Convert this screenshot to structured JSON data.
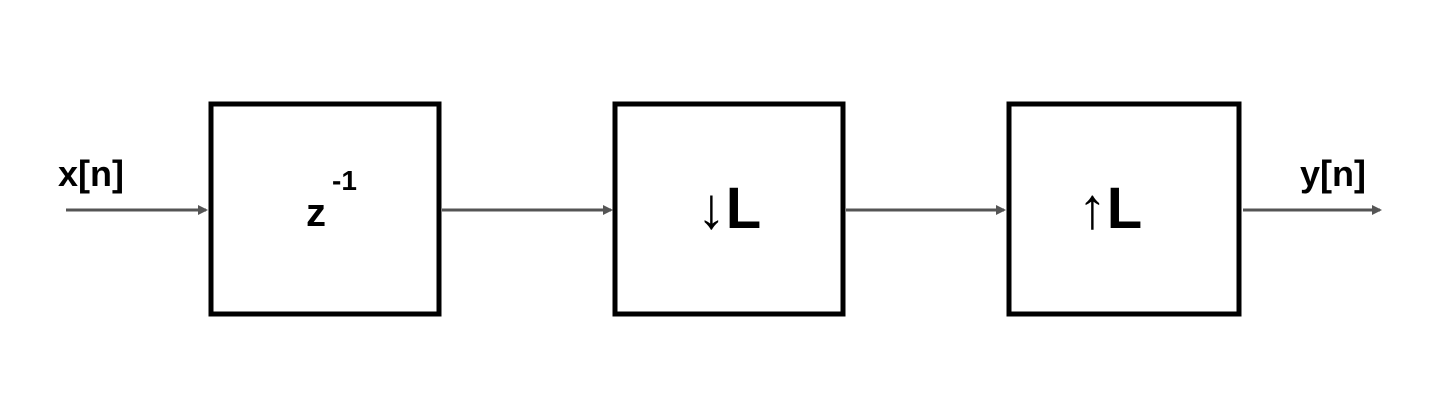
{
  "input_label": "x[n]",
  "output_label": "y[n]",
  "blocks": [
    {
      "id": "delay",
      "symbol": "z",
      "superscript": "-1"
    },
    {
      "id": "downsampler",
      "symbol": "↓L"
    },
    {
      "id": "upsampler",
      "symbol": "↑L"
    }
  ],
  "colors": {
    "line": "#555555",
    "block_border": "#000000",
    "text": "#000000",
    "upsample_arrow": "#3a1010"
  }
}
